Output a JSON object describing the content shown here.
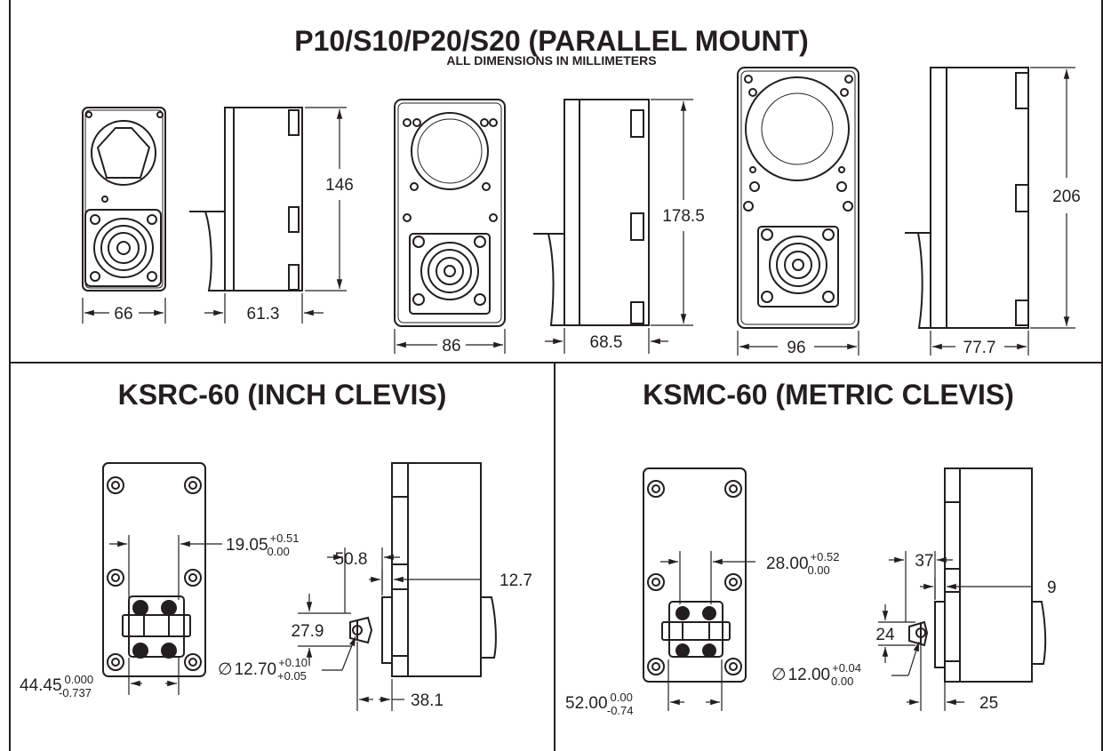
{
  "top": {
    "title": "P10/S10/P20/S20 (PARALLEL MOUNT)",
    "subtitle": "ALL DIMENSIONS IN MILLIMETERS",
    "dims": {
      "w66": "66",
      "d61": "61.3",
      "h146": "146",
      "w86": "86",
      "d68": "68.5",
      "h178": "178.5",
      "w96": "96",
      "d77": "77.7",
      "h206": "206"
    }
  },
  "inch": {
    "title": "KSRC-60 (INCH CLEVIS)",
    "width": {
      "base": "19.05",
      "upper": "+0.51",
      "lower": "0.00"
    },
    "d50": "50.8",
    "d12": "12.7",
    "d27": "27.9",
    "pin": {
      "base": "12.70",
      "upper": "+0.10",
      "lower": "+0.05",
      "symbol": "∅"
    },
    "d38": "38.1",
    "spacing": {
      "base": "44.45",
      "upper": "0.000",
      "lower": "-0.737"
    }
  },
  "metric": {
    "title": "KSMC-60 (METRIC CLEVIS)",
    "width": {
      "base": "28.00",
      "upper": "+0.52",
      "lower": "0.00"
    },
    "d37": "37",
    "d9": "9",
    "d24": "24",
    "pin": {
      "base": "12.00",
      "upper": "+0.04",
      "lower": "0.00",
      "symbol": "∅"
    },
    "d25": "25",
    "spacing": {
      "base": "52.00",
      "upper": "0.00",
      "lower": "-0.74"
    }
  }
}
